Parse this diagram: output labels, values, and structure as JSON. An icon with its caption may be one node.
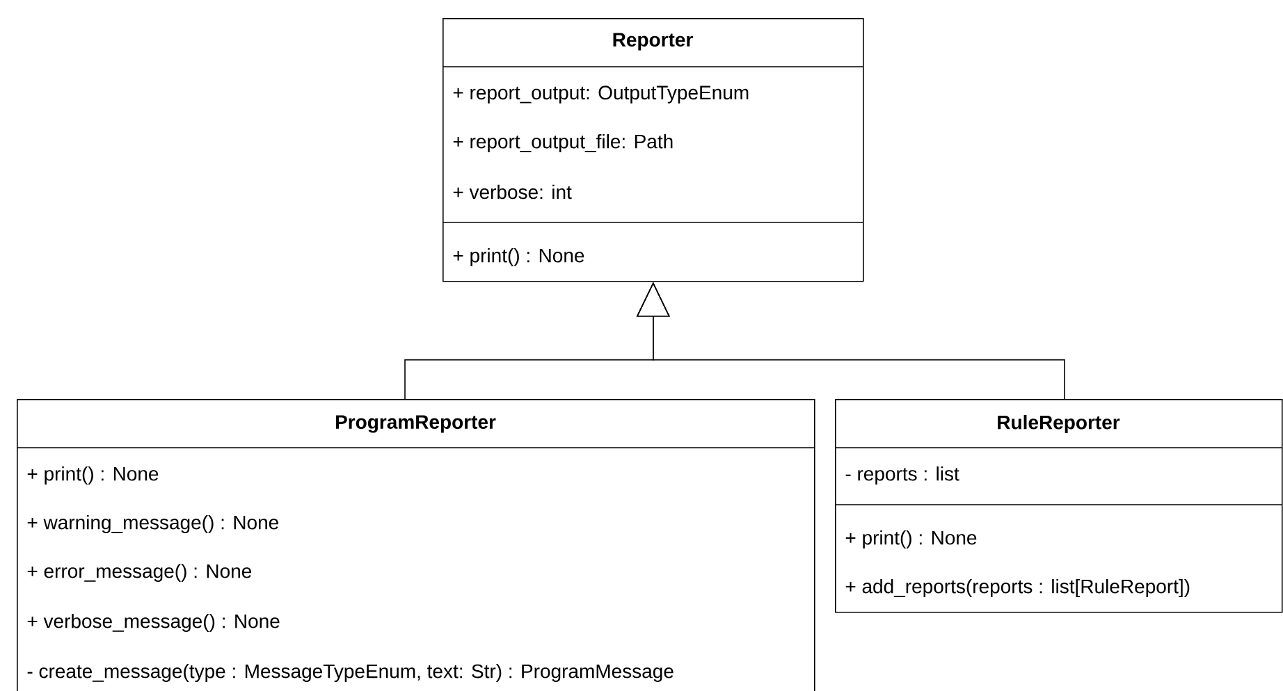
{
  "diagram": {
    "nodes": [
      {
        "text": [
          "Reporter",
          "+ report_output: OutputTypeEnum",
          "+ report_output_file: Path",
          "+ verbose: int",
          "+ print() : None"
        ]
      },
      {
        "text": [
          "ProgramReporter",
          "+ print() : None",
          "+ warning_message() : None",
          "+ error_message() : None",
          "+ verbose_message() : None",
          "- create_message(type : MessageTypeEnum, text: Str) : ProgramMessage"
        ]
      },
      {
        "text": [
          "RuleReporter",
          "- reports : list",
          "+ print() : None",
          "+ add_reports(reports : list[RuleReport])"
        ]
      }
    ],
    "edges": [
      {
        "from": 1,
        "to": 0,
        "arrow": "to"
      },
      {
        "from": 2,
        "to": 0,
        "arrow": "to"
      }
    ]
  }
}
